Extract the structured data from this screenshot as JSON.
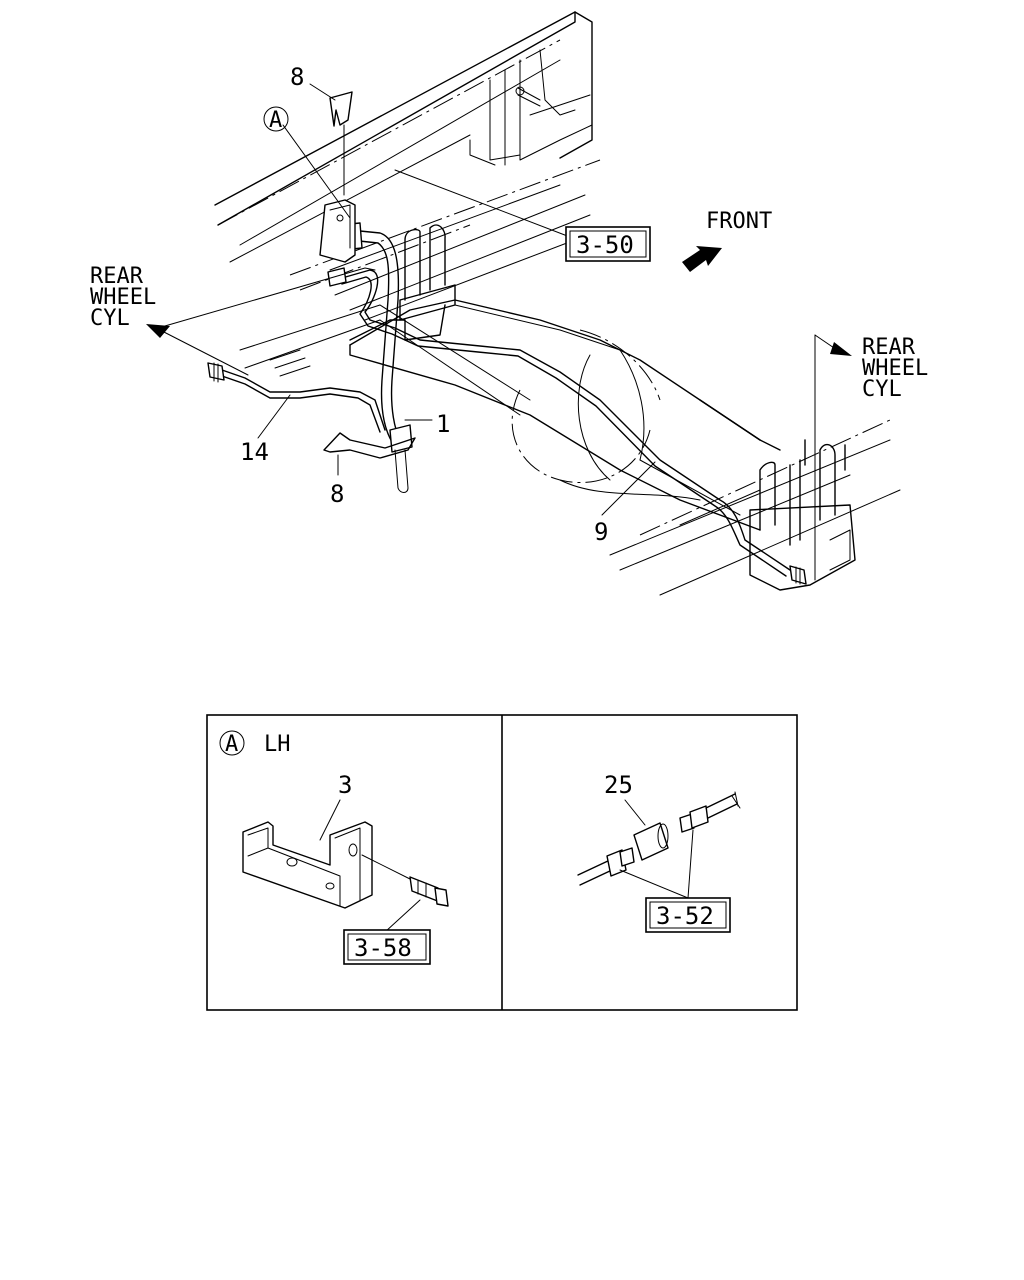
{
  "labels": {
    "front": "FRONT",
    "rear_left": [
      "REAR",
      "WHEEL",
      "CYL"
    ],
    "rear_right": [
      "REAR",
      "WHEEL",
      "CYL"
    ],
    "callout_a": "A",
    "part_8_top": "8",
    "part_8_bottom": "8",
    "part_1": "1",
    "part_14": "14",
    "part_9": "9",
    "ref_350": "3-50"
  },
  "detail_left": {
    "callout": "A",
    "side": "LH",
    "part_3": "3",
    "ref": "3-58"
  },
  "detail_right": {
    "part_25": "25",
    "ref": "3-52"
  }
}
